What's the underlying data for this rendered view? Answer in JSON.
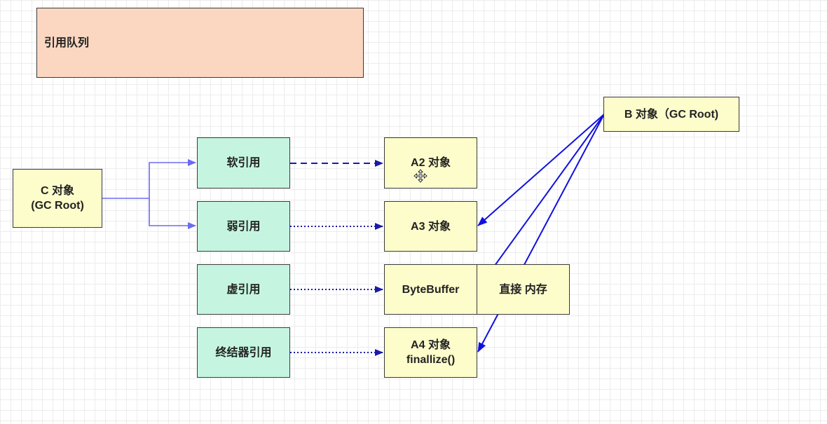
{
  "queue": {
    "label": "引用队列"
  },
  "c_root": {
    "line1": "C 对象",
    "line2": "(GC Root)"
  },
  "b_root": {
    "label": "B 对象（GC Root)"
  },
  "refs": {
    "soft": "软引用",
    "weak": "弱引用",
    "phantom": "虚引用",
    "final": "终结器引用"
  },
  "objects": {
    "a2": "A2 对象",
    "a3": "A3 对象",
    "bytebuffer": "ByteBuffer",
    "direct_memory": "直接 内存",
    "a4_line1": "A4 对象",
    "a4_line2": "finallize()"
  },
  "colors": {
    "queue_fill": "#fbd7c1",
    "ref_fill": "#c5f5e0",
    "obj_fill": "#fdfccb",
    "strong_edge": "#6b6bf2",
    "ref_edge": "#1a1aa8",
    "root_edge": "#1010e0"
  },
  "icons": {
    "cursor": "move-cursor-icon"
  }
}
